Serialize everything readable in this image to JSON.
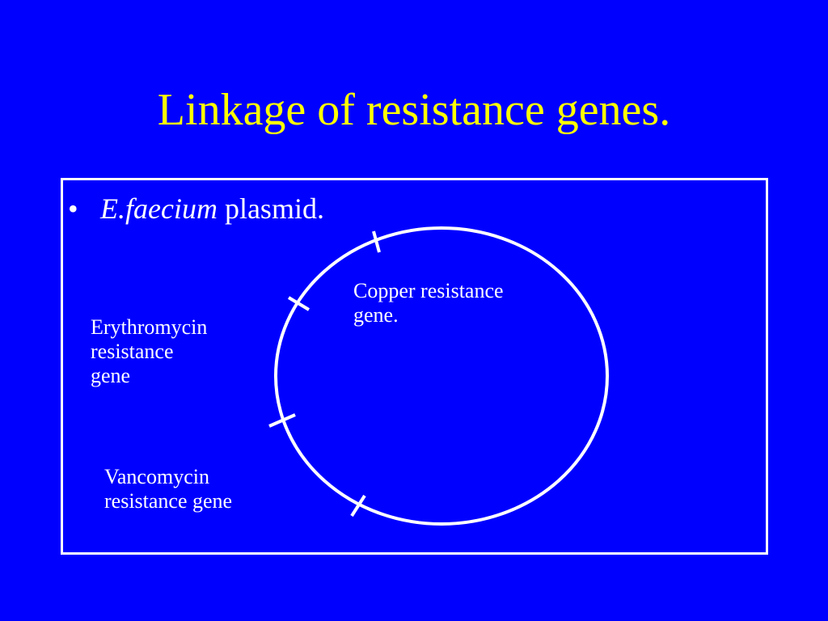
{
  "slide": {
    "title": "Linkage of resistance genes.",
    "bullet": {
      "marker": "•",
      "species": "E.faecium",
      "text": " plasmid."
    },
    "labels": {
      "copper": "Copper resistance\ngene.",
      "erythromycin": "Erythromycin\nresistance\ngene",
      "vancomycin": "Vancomycin\nresistance gene"
    }
  },
  "colors": {
    "background": "#0000ff",
    "title": "#ffff00",
    "text": "#ffffff",
    "lines": "#ffffff"
  }
}
